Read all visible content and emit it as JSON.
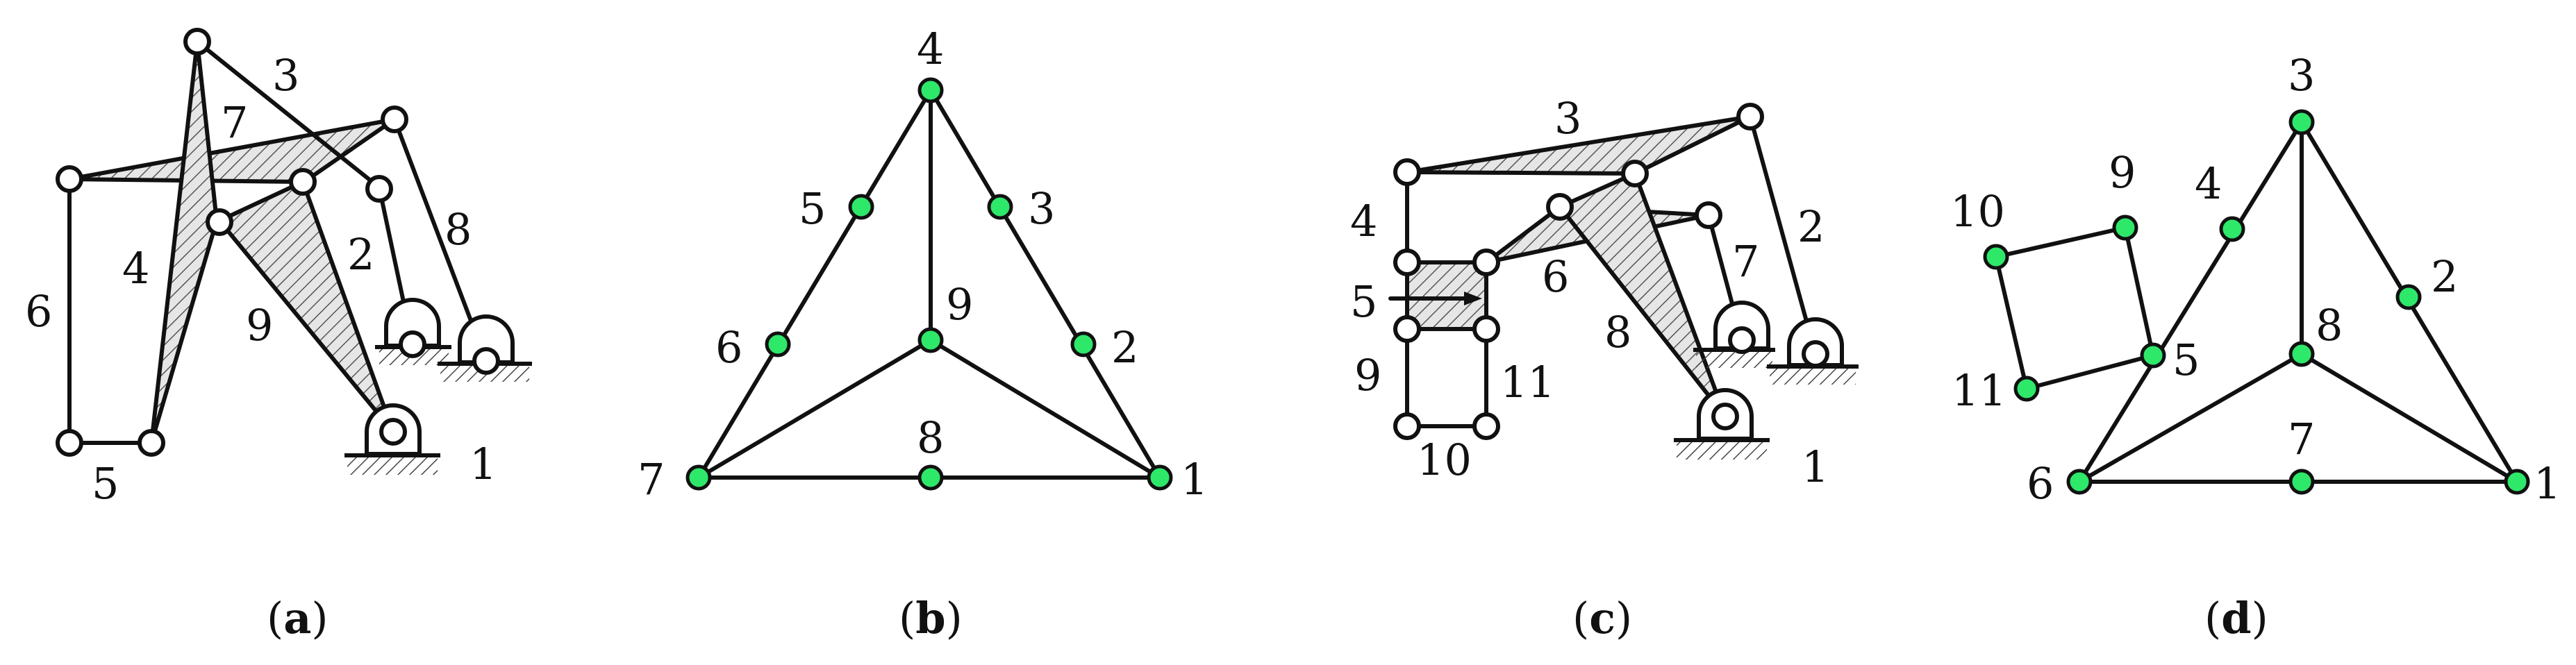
{
  "panels": [
    {
      "id": "a",
      "caption": "a"
    },
    {
      "id": "b",
      "caption": "b"
    },
    {
      "id": "c",
      "caption": "c"
    },
    {
      "id": "d",
      "caption": "d"
    }
  ],
  "panel_a": {
    "labels": [
      "1",
      "2",
      "3",
      "4",
      "5",
      "6",
      "7",
      "8",
      "9"
    ]
  },
  "panel_b": {
    "labels": [
      "1",
      "2",
      "3",
      "4",
      "5",
      "6",
      "7",
      "8",
      "9"
    ]
  },
  "panel_c": {
    "labels": [
      "1",
      "2",
      "3",
      "4",
      "5",
      "6",
      "7",
      "8",
      "9",
      "10",
      "11"
    ]
  },
  "panel_d": {
    "labels": [
      "1",
      "2",
      "3",
      "4",
      "5",
      "6",
      "7",
      "8",
      "9",
      "10",
      "11"
    ]
  },
  "colors": {
    "graph_node": "#2ee86a",
    "line": "#111111",
    "joint_fill": "#ffffff"
  }
}
